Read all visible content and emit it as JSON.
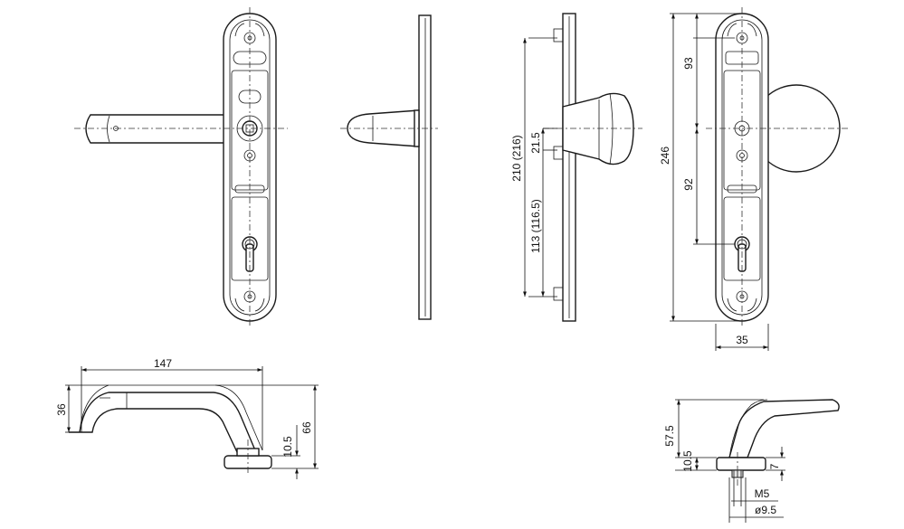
{
  "dimensions": {
    "handle_length": "147",
    "handle_height": "36",
    "rose_height_left": "10.5",
    "total_height_left": "66",
    "plate_length": "210 (216)",
    "spindle_offset": "21.5",
    "cylinder_distance": "113 (116.5)",
    "knob_plate_length": "246",
    "upper_distance": "93",
    "lower_distance": "92",
    "plate_width": "35",
    "knob_handle_height": "57.5",
    "rose_height_right": "10.5",
    "rose_thickness": "7",
    "thread": "M5",
    "diameter": "ø9.5"
  }
}
